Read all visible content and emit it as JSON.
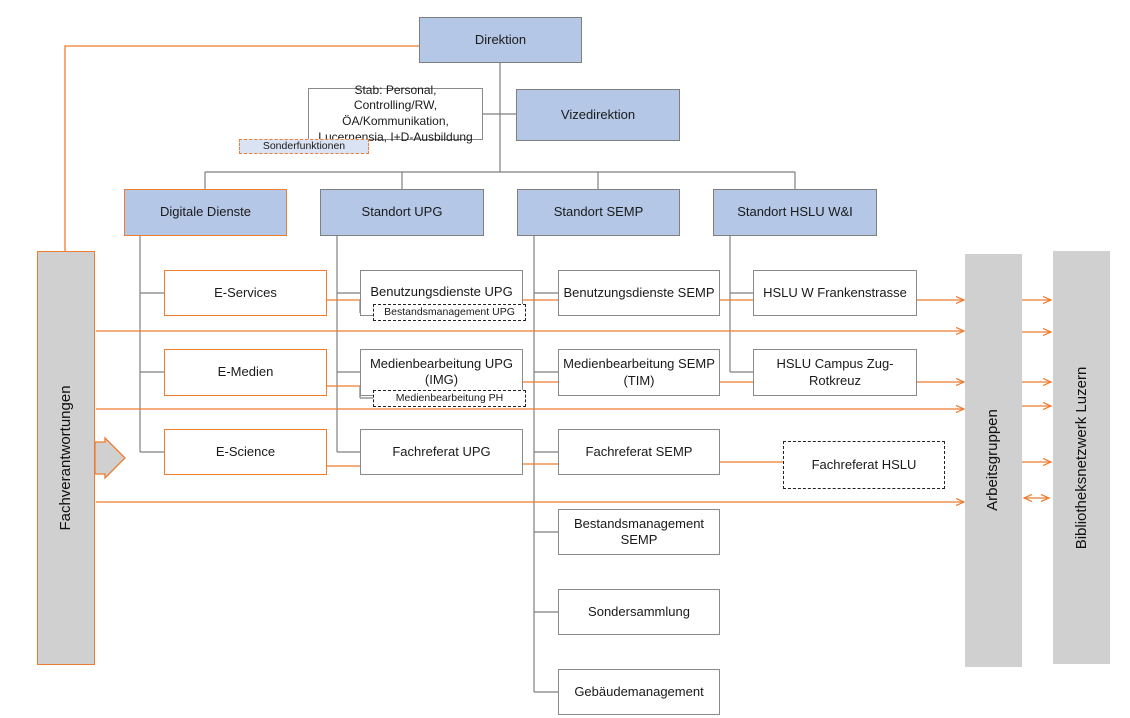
{
  "top": {
    "direktion": "Direktion",
    "vizedirektion": "Vizedirektion",
    "stab": "Stab: Personal, Controlling/RW,\nÖA/Kommunikation,\nLucernensia, I+D-Ausbildung",
    "sonderfunktionen": "Sonderfunktionen"
  },
  "departments": {
    "digitale_dienste": "Digitale Dienste",
    "standort_upg": "Standort UPG",
    "standort_semp": "Standort SEMP",
    "standort_hslu": "Standort HSLU W&I"
  },
  "digital": {
    "e_services": "E-Services",
    "e_medien": "E-Medien",
    "e_science": "E-Science"
  },
  "upg": {
    "benutzungsdienste": "Benutzungsdienste UPG",
    "bestandsmanagement": "Bestandsmanagement UPG",
    "medienbearbeitung": "Medienbearbeitung UPG\n(IMG)",
    "medienbearbeitung_ph": "Medienbearbeitung PH",
    "fachreferat": "Fachreferat UPG"
  },
  "semp": {
    "benutzungsdienste": "Benutzungsdienste SEMP",
    "medienbearbeitung": "Medienbearbeitung SEMP\n(TIM)",
    "fachreferat": "Fachreferat SEMP",
    "bestandsmanagement": "Bestandsmanagement\nSEMP",
    "sondersammlung": "Sondersammlung",
    "gebaeudemanagement": "Gebäudemanagement"
  },
  "hslu": {
    "frankenstrasse": "HSLU W Frankenstrasse",
    "campus_zug": "HSLU Campus Zug-\nRotkreuz",
    "fachreferat": "Fachreferat HSLU"
  },
  "side": {
    "fachverantwortungen": "Fachverantwortungen",
    "arbeitsgruppen": "Arbeitsgruppen",
    "bibliotheksnetzwerk": "Bibliotheksnetzwerk Luzern"
  },
  "colors": {
    "accent": "#ed7d31",
    "box_blue": "#b4c7e7",
    "connector": "#7f7f7f",
    "side_bar": "#d0d0d0"
  }
}
